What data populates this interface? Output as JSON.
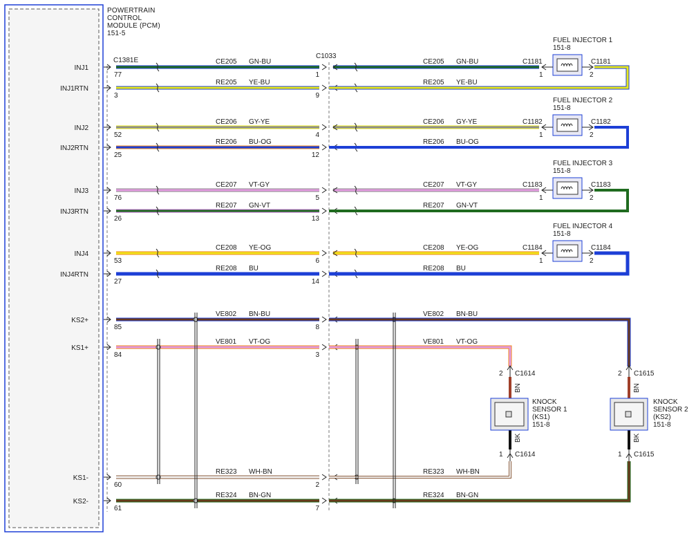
{
  "pcm": {
    "title_lines": [
      "POWERTRAIN",
      "CONTROL",
      "MODULE (PCM)",
      "151-5"
    ],
    "connector": "C1381E"
  },
  "inline_connector": "C1033",
  "circuits": [
    {
      "key": "inj1",
      "signal": "INJ1",
      "pin_pcm": "77",
      "pin_mid": "1",
      "circuit": "CE205",
      "color_code": "GN-BU",
      "wire": [
        "#1f6b1f",
        "#1d3fd6"
      ],
      "load_pin": "1",
      "load_conn": "C1181"
    },
    {
      "key": "inj1rtn",
      "signal": "INJ1RTN",
      "pin_pcm": "3",
      "pin_mid": "9",
      "circuit": "RE205",
      "color_code": "YE-BU",
      "wire": [
        "#e8e81c",
        "#1d3fd6"
      ],
      "load_pin": "2",
      "load_conn": "C1181"
    },
    {
      "key": "inj2",
      "signal": "INJ2",
      "pin_pcm": "52",
      "pin_mid": "4",
      "circuit": "CE206",
      "color_code": "GY-YE",
      "wire": [
        "#8e8e8e",
        "#e8e81c"
      ],
      "load_pin": "1",
      "load_conn": "C1182"
    },
    {
      "key": "inj2rtn",
      "signal": "INJ2RTN",
      "pin_pcm": "25",
      "pin_mid": "12",
      "circuit": "RE206",
      "color_code": "BU-OG",
      "wire": [
        "#1d3fd6",
        "#f08a1c"
      ],
      "load_pin": "2",
      "load_conn": "C1182"
    },
    {
      "key": "inj3",
      "signal": "INJ3",
      "pin_pcm": "76",
      "pin_mid": "5",
      "circuit": "CE207",
      "color_code": "VT-GY",
      "wire": [
        "#e39be0",
        "#8e8e8e"
      ],
      "load_pin": "1",
      "load_conn": "C1183"
    },
    {
      "key": "inj3rtn",
      "signal": "INJ3RTN",
      "pin_pcm": "26",
      "pin_mid": "13",
      "circuit": "RE207",
      "color_code": "GN-VT",
      "wire": [
        "#1f6b1f",
        "#c06ad6"
      ],
      "load_pin": "2",
      "load_conn": "C1183"
    },
    {
      "key": "inj4",
      "signal": "INJ4",
      "pin_pcm": "53",
      "pin_mid": "6",
      "circuit": "CE208",
      "color_code": "YE-OG",
      "wire": [
        "#f0e41c",
        "#f08a1c"
      ],
      "load_pin": "1",
      "load_conn": "C1184"
    },
    {
      "key": "inj4rtn",
      "signal": "INJ4RTN",
      "pin_pcm": "27",
      "pin_mid": "14",
      "circuit": "RE208",
      "color_code": "BU",
      "wire": [
        "#1d3fd6",
        "#1d3fd6"
      ],
      "load_pin": "2",
      "load_conn": "C1184"
    },
    {
      "key": "ks2p",
      "signal": "KS2+",
      "pin_pcm": "85",
      "pin_mid": "8",
      "circuit": "VE802",
      "color_code": "BN-BU",
      "wire": [
        "#6b3a1e",
        "#1d3fd6"
      ]
    },
    {
      "key": "ks1p",
      "signal": "KS1+",
      "pin_pcm": "84",
      "pin_mid": "3",
      "circuit": "VE801",
      "color_code": "VT-OG",
      "wire": [
        "#e39be0",
        "#f08a1c"
      ]
    },
    {
      "key": "ks1m",
      "signal": "KS1-",
      "pin_pcm": "60",
      "pin_mid": "2",
      "circuit": "RE323",
      "color_code": "WH-BN",
      "wire": [
        "#f2f2f2",
        "#8a5a3a"
      ]
    },
    {
      "key": "ks2m",
      "signal": "KS2-",
      "pin_pcm": "61",
      "pin_mid": "7",
      "circuit": "RE324",
      "color_code": "BN-GN",
      "wire": [
        "#6b3a1e",
        "#1f6b1f"
      ]
    }
  ],
  "injectors": [
    {
      "name": "FUEL INJECTOR 1",
      "ref": "151-8",
      "conn_left": "C1181",
      "conn_right": "C1181"
    },
    {
      "name": "FUEL INJECTOR 2",
      "ref": "151-8",
      "conn_left": "C1182",
      "conn_right": "C1182"
    },
    {
      "name": "FUEL INJECTOR 3",
      "ref": "151-8",
      "conn_left": "C1183",
      "conn_right": "C1183"
    },
    {
      "name": "FUEL INJECTOR 4",
      "ref": "151-8",
      "conn_left": "C1184",
      "conn_right": "C1184"
    }
  ],
  "knock_sensors": [
    {
      "name_lines": [
        "KNOCK",
        "SENSOR 1",
        "(KS1)",
        "151-8"
      ],
      "connector": "C1614",
      "pin_top": "2",
      "pin_bottom": "1",
      "wire_top": "BN",
      "wire_bottom": "BK"
    },
    {
      "name_lines": [
        "KNOCK",
        "SENSOR 2",
        "(KS2)",
        "151-8"
      ],
      "connector": "C1615",
      "pin_top": "2",
      "pin_bottom": "1",
      "wire_top": "BN",
      "wire_bottom": "BK"
    }
  ],
  "colors": {
    "pcm_border": "#1d3fd6",
    "brown": "#a0402a",
    "dark_brown": "#6b3a1e",
    "black": "#111111",
    "blue": "#1d3fd6",
    "yellow": "#e8e81c",
    "green": "#1f6b1f"
  }
}
